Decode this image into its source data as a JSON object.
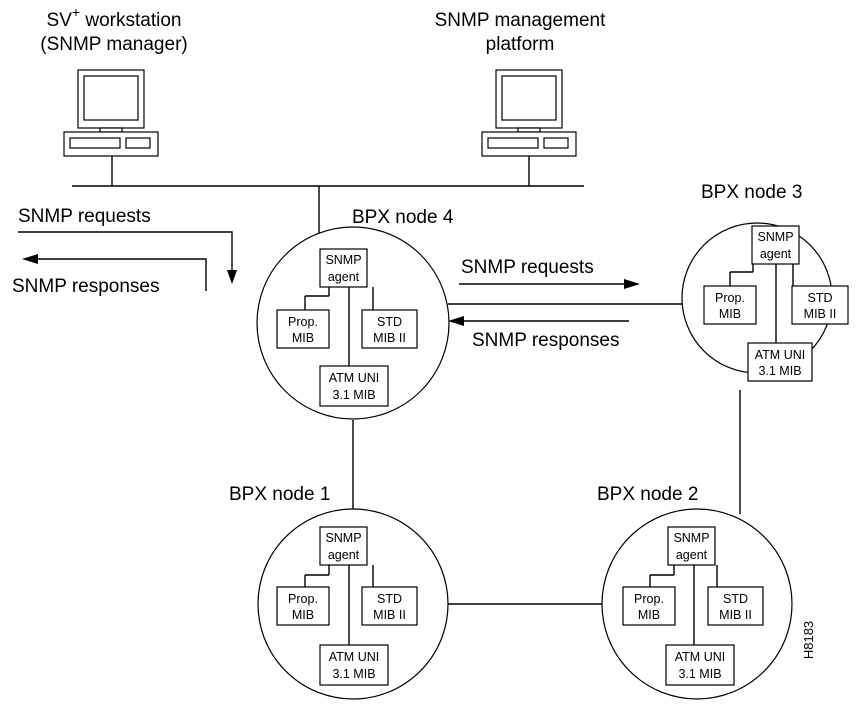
{
  "labels": {
    "sv_workstation_main": "SV",
    "sv_workstation_sup": "+",
    "sv_workstation_rest": " workstation",
    "sv_workstation_line2": "(SNMP manager)",
    "mgmt_platform_line1": "SNMP management",
    "mgmt_platform_line2": "platform",
    "left_requests": "SNMP requests",
    "left_responses": "SNMP responses",
    "mid_requests": "SNMP requests",
    "mid_responses": "SNMP responses",
    "figure_id": "H8183"
  },
  "nodes": {
    "node4": {
      "title": "BPX node 4",
      "agent": [
        "SNMP",
        "agent"
      ],
      "prop_mib": [
        "Prop.",
        "MIB"
      ],
      "std_mib": [
        "STD",
        "MIB II"
      ],
      "atm_mib": [
        "ATM UNI",
        "3.1 MIB"
      ]
    },
    "node3": {
      "title": "BPX node 3",
      "agent": [
        "SNMP",
        "agent"
      ],
      "prop_mib": [
        "Prop.",
        "MIB"
      ],
      "std_mib": [
        "STD",
        "MIB II"
      ],
      "atm_mib": [
        "ATM UNI",
        "3.1 MIB"
      ]
    },
    "node1": {
      "title": "BPX node 1",
      "agent": [
        "SNMP",
        "agent"
      ],
      "prop_mib": [
        "Prop.",
        "MIB"
      ],
      "std_mib": [
        "STD",
        "MIB II"
      ],
      "atm_mib": [
        "ATM UNI",
        "3.1 MIB"
      ]
    },
    "node2": {
      "title": "BPX node 2",
      "agent": [
        "SNMP",
        "agent"
      ],
      "prop_mib": [
        "Prop.",
        "MIB"
      ],
      "std_mib": [
        "STD",
        "MIB II"
      ],
      "atm_mib": [
        "ATM UNI",
        "3.1 MIB"
      ]
    }
  }
}
